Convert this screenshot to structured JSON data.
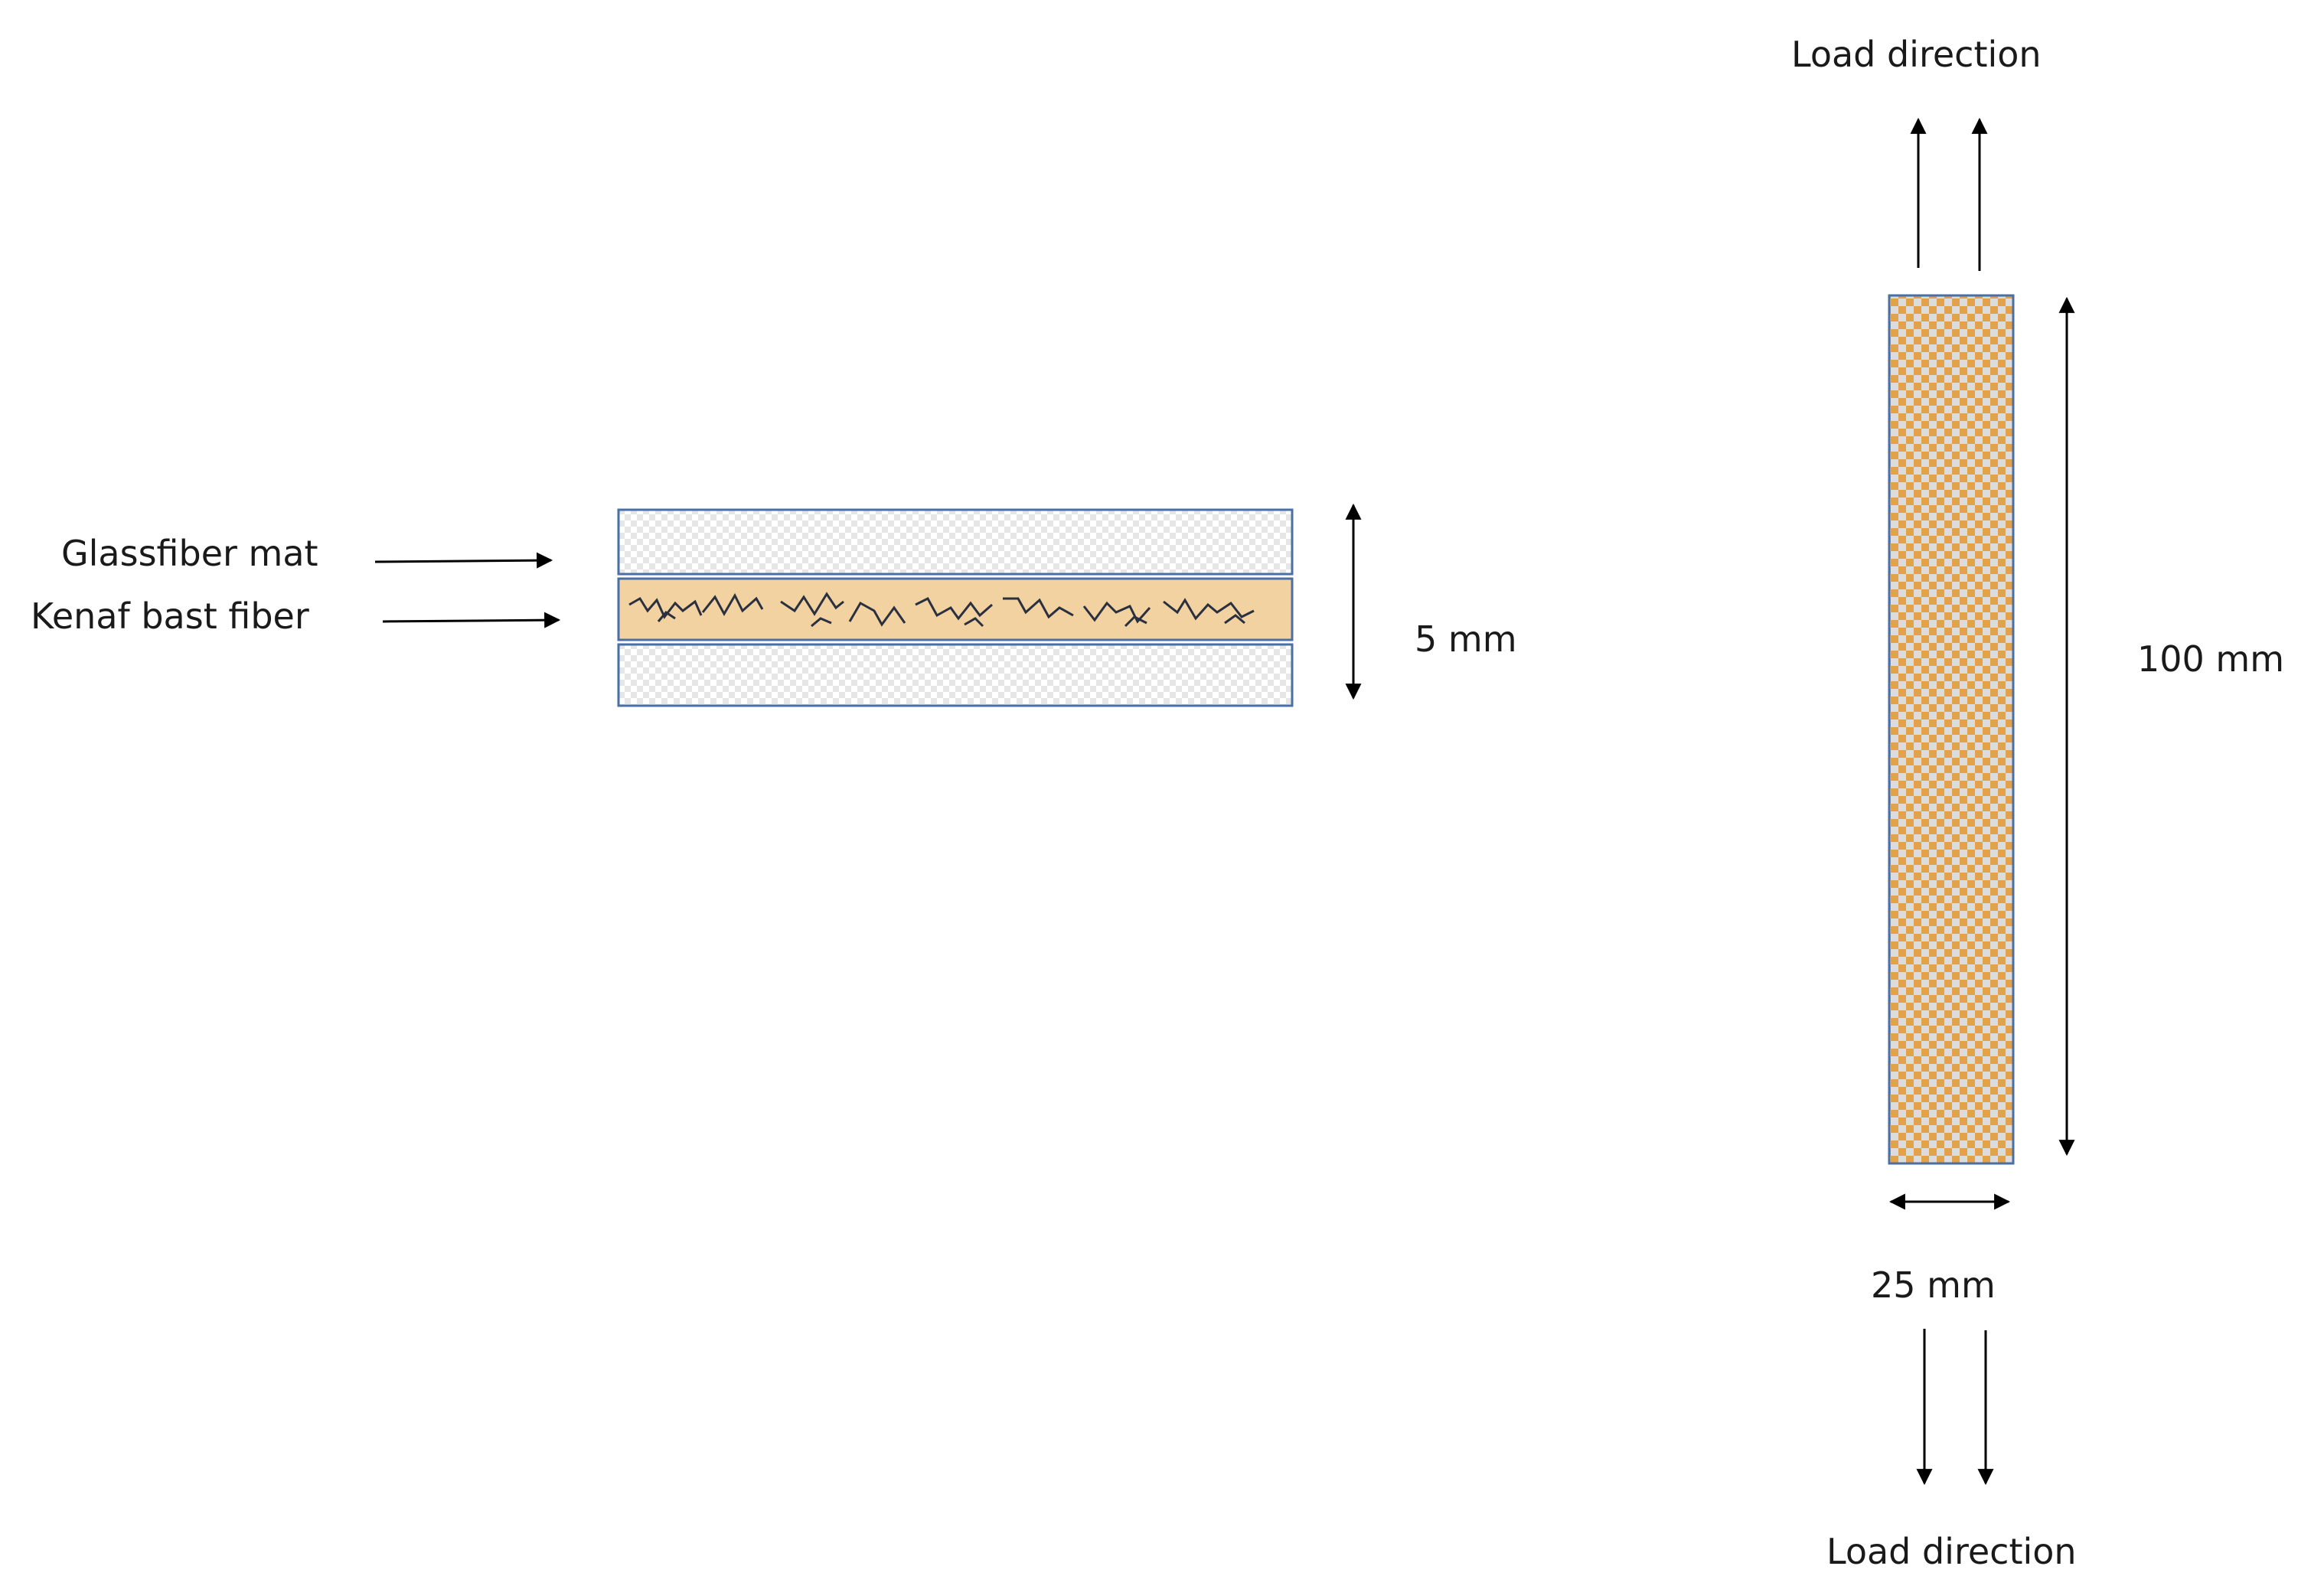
{
  "labels": {
    "glassfiber_mat": "Glassfiber mat",
    "kenaf_bast_fiber": "Kenaf bast fiber",
    "thickness": "5 mm",
    "length": "100 mm",
    "width": "25 mm",
    "load_direction_top": "Load direction",
    "load_direction_bottom": "Load direction"
  },
  "colors": {
    "outline": "#4a6fa5",
    "glass_check_light": "#ffffff",
    "glass_check_dark": "#e6e6e6",
    "kenaf_fill": "#f1d2a0",
    "kenaf_fiber": "#2b3040",
    "specimen_check_orange": "#e2a24a",
    "specimen_check_light": "#dcdcdc",
    "arrow": "#000000"
  }
}
